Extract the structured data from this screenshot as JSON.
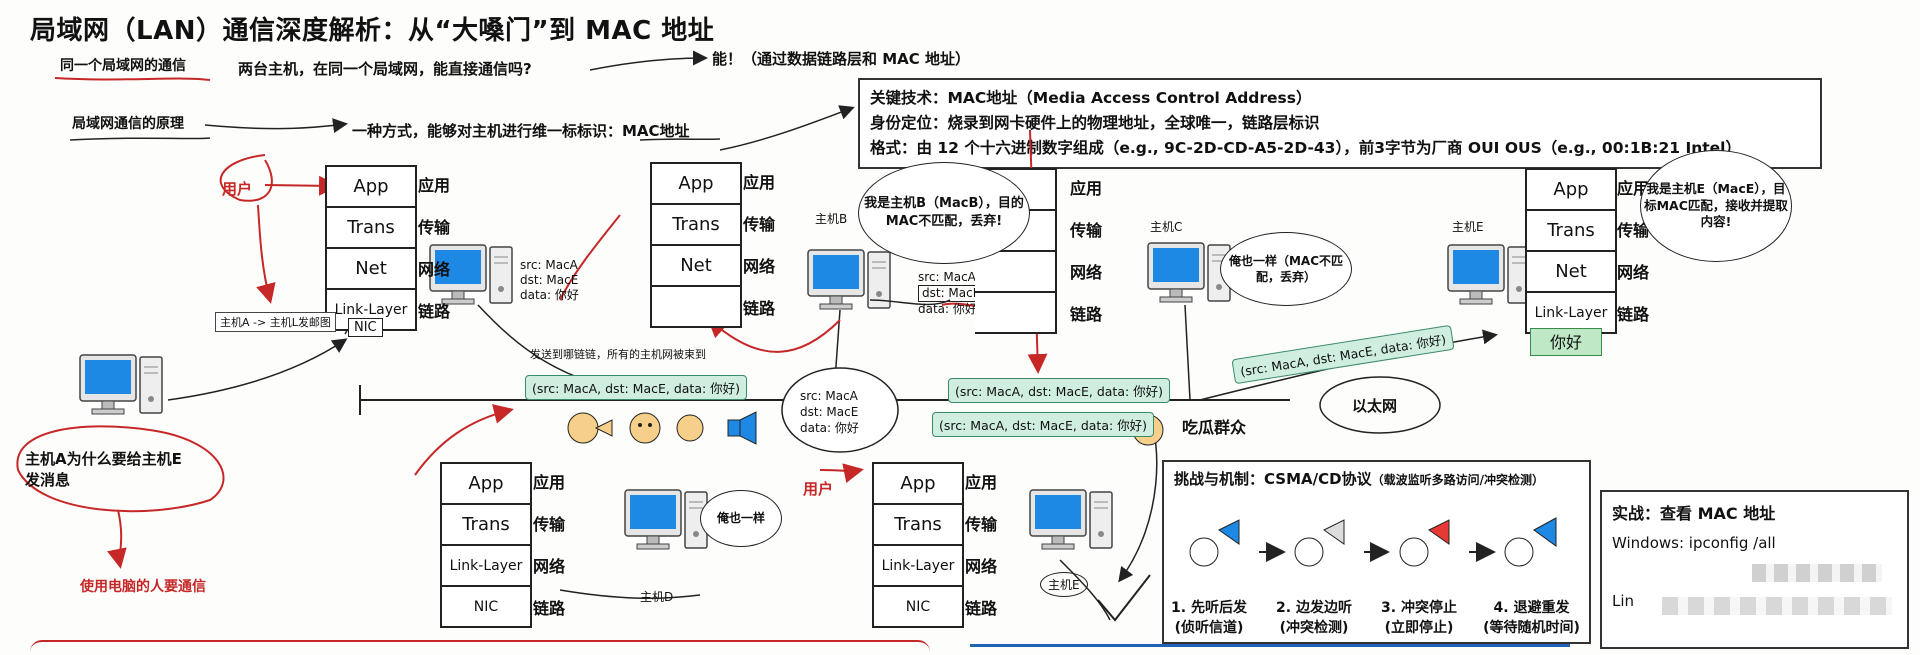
{
  "title": "局域网（LAN）通信深度解析：从“大嗓门”到 MAC 地址",
  "notes": {
    "same_lan": "同一个局域网的通信",
    "question": "两台主机，在同一个局域网，能直接通信吗?",
    "answer": "能！（通过数据链路层和 MAC 地址）",
    "principle": "局域网通信的原理",
    "mac_intro": "一种方式，能够对主机进行维一标标识：MAC地址",
    "user1": "用户",
    "user2": "用户",
    "send_label": "主机A -> 主机L发邮图",
    "broadcast_note": "发送到哪链链，所有的主机网被束到",
    "why_question_l1": "主机A为什么要给主机E",
    "why_question_l2": "发消息",
    "why_answer": "使用电脑的人要通信",
    "ethernet": "以太网",
    "onlookers": "吃瓜群众"
  },
  "key_tech": {
    "line1": "关键技术：MAC地址（Media Access Control Address）",
    "line2": "身份定位：烧录到网卡硬件上的物理地址，全球唯一，链路层标识",
    "line3": "格式：由 12 个十六进制数字组成（e.g., 9C-2D-CD-A5-2D-43），前3字节为厂商 OUI OUS（e.g., 00:1B:21 Intel）"
  },
  "stacks": {
    "hostA": [
      "App",
      "Trans",
      "Net",
      "Link-Layer"
    ],
    "hostA_nic": "NIC",
    "hostB": [
      "App",
      "Trans",
      "Net"
    ],
    "hostE": [
      "App",
      "Trans",
      "Net",
      "Link-Layer",
      "你好"
    ],
    "hostD": [
      "App",
      "Trans",
      "Link-Layer",
      "NIC"
    ],
    "hostE2": [
      "App",
      "Trans",
      "Link-Layer",
      "NIC"
    ]
  },
  "layer_labels": [
    "应用",
    "传输",
    "网络",
    "链路"
  ],
  "hosts": {
    "b": "主机B",
    "c": "主机C",
    "e": "主机E",
    "d": "主机D",
    "e2": "主机E"
  },
  "frame_a": {
    "src": "src:  MacA",
    "dst": "dst:  MacE",
    "data": "data: 你好"
  },
  "frame_b": {
    "src": "src:  MacA",
    "dst": "dst:  MacE",
    "data": "data: 你好"
  },
  "frame_center": {
    "src": "src:  MacA",
    "dst": "dst:  MacE",
    "data": "data: 你好"
  },
  "packets": {
    "p1": "(src: MacA, dst: MacE, data: 你好)",
    "p2": "(src: MacA, dst: MacE, data: 你好)",
    "p3": "(src: MacA, dst: MacE, data: 你好)",
    "p4": "(src: MacA, dst: MacE, data: 你好)"
  },
  "bubbles": {
    "hostB": "我是主机B（MacB），目的MAC不匹配，丢弃!",
    "hostC": "俺也一样（MAC不匹配，丢弃）",
    "hostE": "我是主机E（MacE），目标MAC匹配，接收并提取内容!",
    "hostD": "俺也一样"
  },
  "csma": {
    "title": "挑战与机制：CSMA/CD协议",
    "subtitle": "（载波监听多路访问/冲突检测）",
    "steps": [
      {
        "l1": "1. 先听后发",
        "l2": "(侦听信道)"
      },
      {
        "l1": "2. 边发边听",
        "l2": "(冲突检测)"
      },
      {
        "l1": "3. 冲突停止",
        "l2": "(立即停止)"
      },
      {
        "l1": "4. 退避重发",
        "l2": "(等待随机时间)"
      }
    ]
  },
  "practice": {
    "title": "实战：查看 MAC 地址",
    "windows": "Windows: ipconfig /all",
    "linux": "Lin"
  },
  "colors": {
    "red": "#c62828",
    "packet_bg": "#cfeee0",
    "monitor_blue": "#1e88e5"
  }
}
